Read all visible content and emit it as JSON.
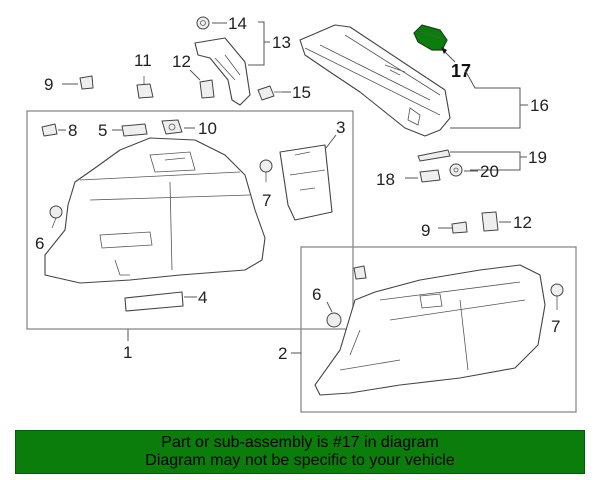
{
  "callouts": {
    "c1": "1",
    "c2": "2",
    "c3": "3",
    "c4": "4",
    "c5": "5",
    "c6a": "6",
    "c6b": "6",
    "c7a": "7",
    "c7b": "7",
    "c8": "8",
    "c9a": "9",
    "c9b": "9",
    "c10": "10",
    "c11": "11",
    "c12a": "12",
    "c12b": "12",
    "c13": "13",
    "c14": "14",
    "c15": "15",
    "c16": "16",
    "c17": "17",
    "c18": "18",
    "c19": "19",
    "c20": "20"
  },
  "highlight_color": "#0a7d0a",
  "banner": {
    "line1": "Part or sub-assembly is #17 in diagram",
    "line2": "Diagram may not be specific to your vehicle"
  }
}
